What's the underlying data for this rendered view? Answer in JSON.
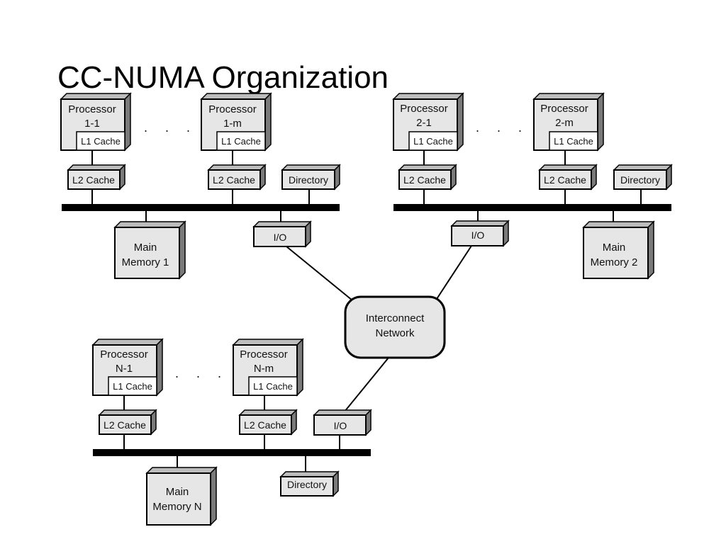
{
  "slide": {
    "title": "CC-NUMA Organization"
  },
  "node1": {
    "proc_first": {
      "name": "Processor",
      "id": "1-1",
      "l1": "L1 Cache"
    },
    "proc_last": {
      "name": "Processor",
      "id": "1-m",
      "l1": "L1 Cache"
    },
    "ellipsis": ". . .",
    "l2_first": "L2 Cache",
    "l2_last": "L2 Cache",
    "directory": "Directory",
    "io": "I/O",
    "memory": {
      "line1": "Main",
      "line2": "Memory 1"
    }
  },
  "node2": {
    "proc_first": {
      "name": "Processor",
      "id": "2-1",
      "l1": "L1 Cache"
    },
    "proc_last": {
      "name": "Processor",
      "id": "2-m",
      "l1": "L1 Cache"
    },
    "ellipsis": ". . .",
    "l2_first": "L2 Cache",
    "l2_last": "L2 Cache",
    "directory": "Directory",
    "io": "I/O",
    "memory": {
      "line1": "Main",
      "line2": "Memory 2"
    }
  },
  "nodeN": {
    "proc_first": {
      "name": "Processor",
      "id": "N-1",
      "l1": "L1 Cache"
    },
    "proc_last": {
      "name": "Processor",
      "id": "N-m",
      "l1": "L1 Cache"
    },
    "ellipsis": ". . .",
    "l2_first": "L2 Cache",
    "l2_last": "L2 Cache",
    "directory": "Directory",
    "io": "I/O",
    "memory": {
      "line1": "Main",
      "line2": "Memory N"
    }
  },
  "interconnect": {
    "line1": "Interconnect",
    "line2": "Network"
  },
  "colors": {
    "box_fill": "#e6e6e6",
    "box_side": "#7a7a7a",
    "box_top": "#bdbdbd",
    "stroke": "#000000",
    "bus": "#000000"
  }
}
